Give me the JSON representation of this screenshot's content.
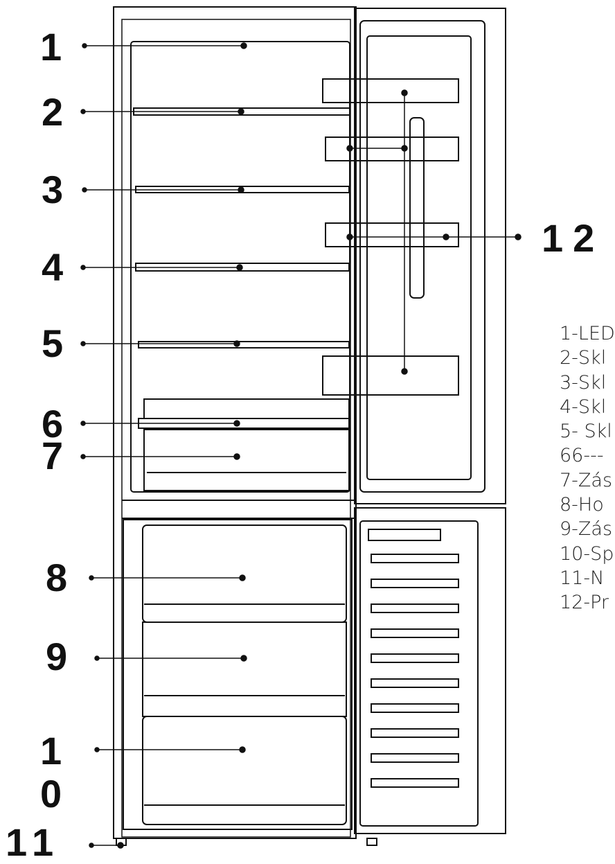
{
  "callouts": [
    "1",
    "2",
    "3",
    "4",
    "5",
    "6",
    "7",
    "8",
    "9",
    "1",
    "0",
    "11",
    "12"
  ],
  "legend": [
    "1-LED",
    "2-Skl",
    "3-Skl",
    "4-Skl",
    "5- Skl",
    "66---",
    "7-Zás",
    "8-Ho",
    "9-Zás",
    "10-Sp",
    "11-N",
    "12-Pr"
  ]
}
